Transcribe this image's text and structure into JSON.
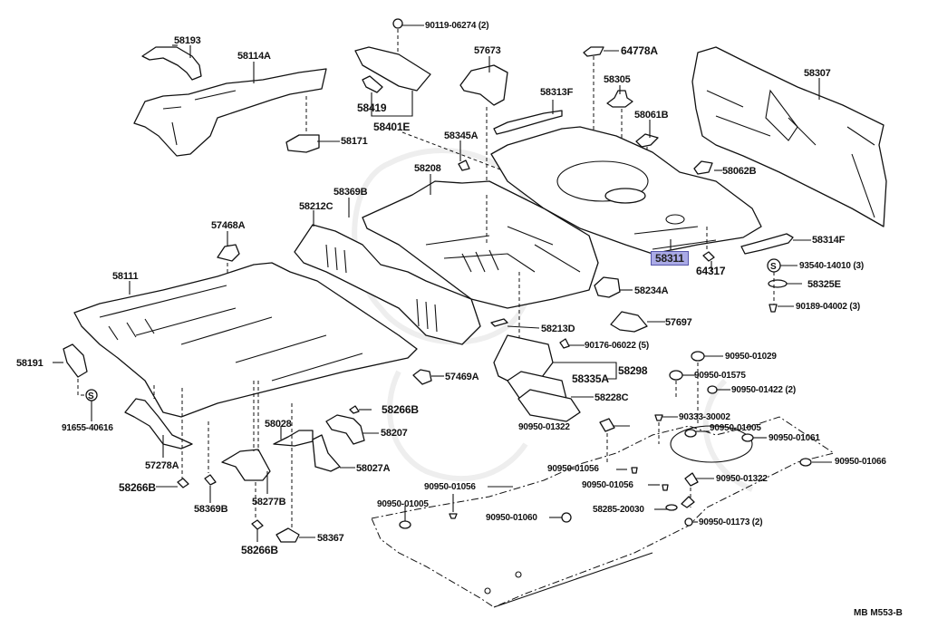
{
  "diagram": {
    "title": "Floor pan & rear body panel parts diagram",
    "code": "MB M553-B",
    "highlighted_part": "58311",
    "parts": [
      {
        "id": "58193",
        "label": "58193"
      },
      {
        "id": "58114A",
        "label": "58114A"
      },
      {
        "id": "90119-06274",
        "label": "90119-06274 (2)"
      },
      {
        "id": "58419",
        "label": "58419"
      },
      {
        "id": "58401E",
        "label": "58401E"
      },
      {
        "id": "58171",
        "label": "58171"
      },
      {
        "id": "57673",
        "label": "57673"
      },
      {
        "id": "64778A",
        "label": "64778A"
      },
      {
        "id": "58305",
        "label": "58305"
      },
      {
        "id": "58313F",
        "label": "58313F"
      },
      {
        "id": "58061B",
        "label": "58061B"
      },
      {
        "id": "58307",
        "label": "58307"
      },
      {
        "id": "58345A",
        "label": "58345A"
      },
      {
        "id": "58062B",
        "label": "58062B"
      },
      {
        "id": "58208",
        "label": "58208"
      },
      {
        "id": "58369B_top",
        "label": "58369B"
      },
      {
        "id": "58212C",
        "label": "58212C"
      },
      {
        "id": "57468A",
        "label": "57468A"
      },
      {
        "id": "58314F",
        "label": "58314F"
      },
      {
        "id": "58311",
        "label": "58311"
      },
      {
        "id": "64317",
        "label": "64317"
      },
      {
        "id": "93540-14010",
        "label": "93540-14010 (3)"
      },
      {
        "id": "58325E",
        "label": "58325E"
      },
      {
        "id": "90189-04002",
        "label": "90189-04002 (3)"
      },
      {
        "id": "58111",
        "label": "58111"
      },
      {
        "id": "58234A",
        "label": "58234A"
      },
      {
        "id": "57697",
        "label": "57697"
      },
      {
        "id": "58213D",
        "label": "58213D"
      },
      {
        "id": "58191",
        "label": "58191"
      },
      {
        "id": "90176-06022",
        "label": "90176-06022 (5)"
      },
      {
        "id": "58298",
        "label": "58298"
      },
      {
        "id": "58335A",
        "label": "58335A"
      },
      {
        "id": "57469A",
        "label": "57469A"
      },
      {
        "id": "58228C",
        "label": "58228C"
      },
      {
        "id": "91655-40616",
        "label": "91655-40616"
      },
      {
        "id": "58266B_a",
        "label": "58266B"
      },
      {
        "id": "58207",
        "label": "58207"
      },
      {
        "id": "58028",
        "label": "58028"
      },
      {
        "id": "57278A",
        "label": "57278A"
      },
      {
        "id": "58027A",
        "label": "58027A"
      },
      {
        "id": "58266B_b",
        "label": "58266B"
      },
      {
        "id": "58369B_bot",
        "label": "58369B"
      },
      {
        "id": "58277B",
        "label": "58277B"
      },
      {
        "id": "58266B_c",
        "label": "58266B"
      },
      {
        "id": "58367",
        "label": "58367"
      },
      {
        "id": "90950-01029",
        "label": "90950-01029"
      },
      {
        "id": "90950-01575",
        "label": "90950-01575"
      },
      {
        "id": "90950-01422",
        "label": "90950-01422 (2)"
      },
      {
        "id": "90333-30002",
        "label": "90333-30002"
      },
      {
        "id": "90950-01005_r",
        "label": "90950-01005"
      },
      {
        "id": "90950-01061",
        "label": "90950-01061"
      },
      {
        "id": "90950-01322_a",
        "label": "90950-01322"
      },
      {
        "id": "90950-01066",
        "label": "90950-01066"
      },
      {
        "id": "90950-01056_a",
        "label": "90950-01056"
      },
      {
        "id": "90950-01322_b",
        "label": "90950-01322"
      },
      {
        "id": "90950-01056_b",
        "label": "90950-01056"
      },
      {
        "id": "90950-01056_c",
        "label": "90950-01056"
      },
      {
        "id": "90950-01005_l",
        "label": "90950-01005"
      },
      {
        "id": "58285-20030",
        "label": "58285-20030"
      },
      {
        "id": "90950-01060",
        "label": "90950-01060"
      },
      {
        "id": "90950-01173",
        "label": "90950-01173 (2)"
      }
    ],
    "colors": {
      "line": "#111111",
      "highlight_bg": "#aaaae6",
      "highlight_border": "#5555aa",
      "watermark": "#eeeeee"
    }
  }
}
